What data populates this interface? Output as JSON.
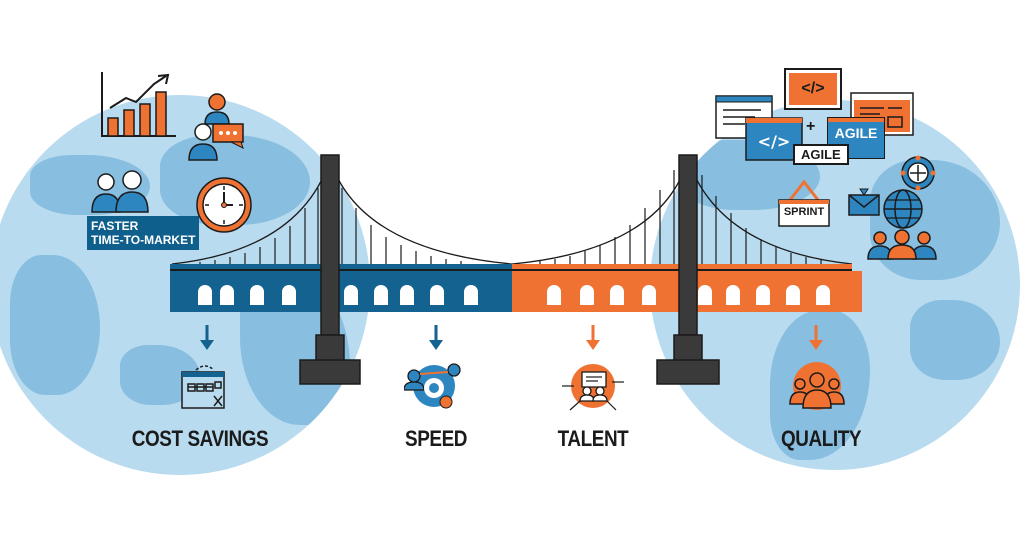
{
  "diagram": {
    "type": "bridge-infographic",
    "left_cluster": {
      "badge": [
        "FASTER",
        "TIME-TO-MARKET"
      ],
      "icons": [
        "bar-chart-growth-icon",
        "team-chat-icon",
        "people-icon",
        "clock-icon"
      ]
    },
    "right_cluster": {
      "labels": {
        "code_symbol": "</>",
        "plus": "+",
        "agile_1": "AGILE",
        "agile_2": "AGILE",
        "sprint": "SPRINT"
      },
      "icons": [
        "code-window-icon",
        "browser-window-icon",
        "target-icon",
        "email-icon",
        "globe-icon",
        "team-icon"
      ]
    },
    "bridge": {
      "left_color": "#13628f",
      "right_color": "#f07232",
      "tower_color": "#3a3a3a"
    },
    "benefits": [
      {
        "label": "COST SAVINGS",
        "icon": "calendar-icon",
        "arrow_color": "#13628f"
      },
      {
        "label": "SPEED",
        "icon": "gear-people-icon",
        "arrow_color": "#13628f"
      },
      {
        "label": "TALENT",
        "icon": "interview-icon",
        "arrow_color": "#f07232"
      },
      {
        "label": "QUALITY",
        "icon": "group-icon",
        "arrow_color": "#f07232"
      }
    ],
    "colors": {
      "globe": "#b9dbf0",
      "land": "#7fb8dc",
      "blue": "#13628f",
      "orange": "#f07232",
      "dark": "#1b1b1b"
    }
  }
}
